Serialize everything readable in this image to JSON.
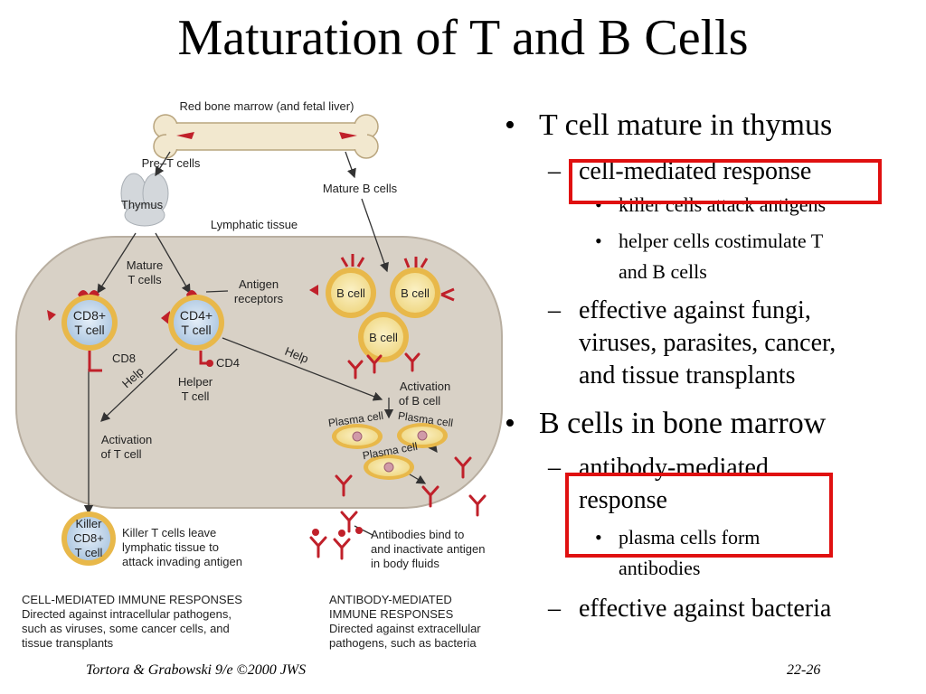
{
  "title": "Maturation of T and B Cells",
  "diagram": {
    "bone_label": "Red bone marrow (and fetal liver)",
    "pre_t": "Pre–T cells",
    "mature_b": "Mature B cells",
    "thymus": "Thymus",
    "lymphatic": "Lymphatic tissue",
    "mature_t_1": "Mature",
    "mature_t_2": "T cells",
    "antigen_rec_1": "Antigen",
    "antigen_rec_2": "receptors",
    "cd8_cell_1": "CD8+",
    "cd8_cell_2": "T cell",
    "cd4_cell_1": "CD4+",
    "cd4_cell_2": "T cell",
    "cd8": "CD8",
    "cd4": "CD4",
    "help_1": "Help",
    "help_2": "Help",
    "helper_1": "Helper",
    "helper_2": "T cell",
    "b_cell": "B cell",
    "activation_b_1": "Activation",
    "activation_b_2": "of B cell",
    "activation_t_1": "Activation",
    "activation_t_2": "of T cell",
    "plasma": "Plasma cell",
    "killer_1": "Killer",
    "killer_2": "CD8+",
    "killer_3": "T cell",
    "killer_leave_1": "Killer T cells leave",
    "killer_leave_2": "lymphatic tissue to",
    "killer_leave_3": "attack invading antigen",
    "antibodies_1": "Antibodies bind to",
    "antibodies_2": "and  inactivate antigen",
    "antibodies_3": "in body fluids",
    "cell_med_1": "CELL-MEDIATED IMMUNE RESPONSES",
    "cell_med_2": "Directed against intracellular pathogens,",
    "cell_med_3": "such as viruses, some cancer cells, and",
    "cell_med_4": "tissue transplants",
    "anti_med_1": "ANTIBODY-MEDIATED",
    "anti_med_2": "IMMUNE RESPONSES",
    "anti_med_3": "Directed against extracellular",
    "anti_med_4": "pathogens, such as bacteria"
  },
  "bullets": {
    "t_main": "T cell mature in thymus",
    "t_sub1": "cell-mediated response",
    "t_sub1_a": "killer cells attack antigens",
    "t_sub1_b_1": "helper cells costimulate T",
    "t_sub1_b_2": "and B cells",
    "t_sub2_1": "effective against fungi,",
    "t_sub2_2": "viruses, parasites, cancer,",
    "t_sub2_3": "and tissue transplants",
    "b_main": "B cells in bone marrow",
    "b_sub1_1": "antibody-mediated",
    "b_sub1_2": "response",
    "b_sub1_a_1": "plasma cells form",
    "b_sub1_a_2": "antibodies",
    "b_sub2": "effective against bacteria"
  },
  "footer": {
    "left": "Tortora & Grabowski 9/e ©2000 JWS",
    "right": "22-26"
  },
  "colors": {
    "tissue": "#d8d1c6",
    "cell_ring": "#e8b84a",
    "cell_fill": "#f4e4a0",
    "t_core": "#c4d8ec",
    "receptor_red": "#c0202a",
    "highlight_box": "#e01010"
  }
}
